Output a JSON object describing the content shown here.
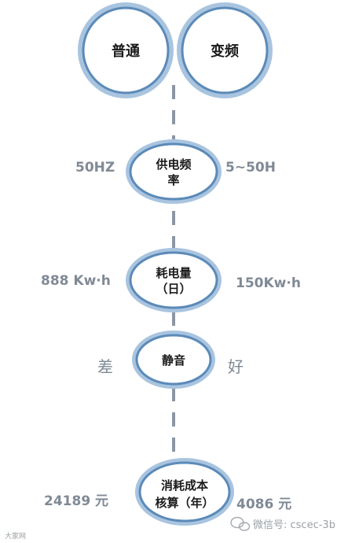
{
  "top": {
    "left_circle": "普通",
    "right_circle": "变频"
  },
  "nodes": [
    {
      "label_line1": "供电频",
      "label_line2": "率",
      "left_value": "50HZ",
      "right_value": "5~50H"
    },
    {
      "label_line1": "耗电量",
      "label_line2": "（日）",
      "left_value": "888 Kw·h",
      "right_value": "150Kw·h"
    },
    {
      "label_line1": "静音",
      "label_line2": "",
      "left_value": "差",
      "right_value": "好"
    },
    {
      "label_line1": "消耗成本",
      "label_line2": "核算（年）",
      "left_value": "24189 元",
      "right_value": "4086 元"
    }
  ],
  "watermark": {
    "wechat": "微信号: cscec-3b",
    "corner": "大家网"
  },
  "colors": {
    "circle_stroke": "#5b8ab8",
    "circle_outer": "#a9c4df",
    "dash": "#8d96a3",
    "side_text": "#808a96"
  }
}
